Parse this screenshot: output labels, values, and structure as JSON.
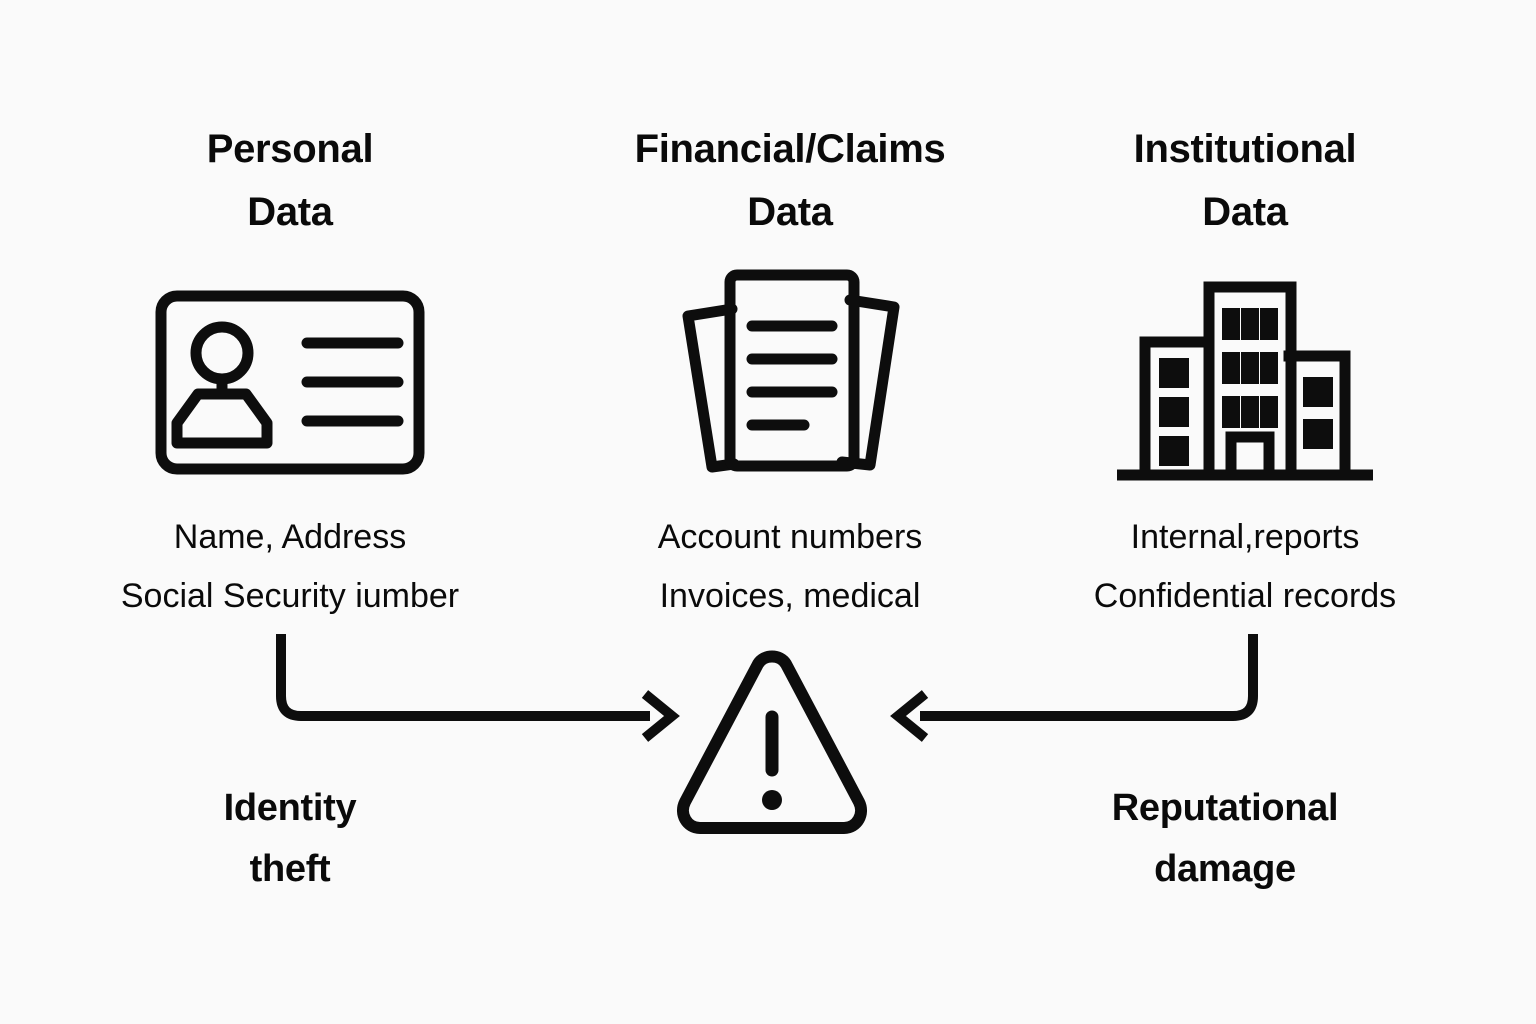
{
  "background_color": "#fafafa",
  "stroke_color": "#0d0d0d",
  "columns": [
    {
      "heading": "Personal\nData",
      "icon": "id-card-icon",
      "caption": "Name, Address\nSocial Security iumber"
    },
    {
      "heading": "Financial/Claims\nData",
      "icon": "documents-icon",
      "caption": "Account numbers\nInvoices, medical"
    },
    {
      "heading": "Institutional\nData",
      "icon": "office-building-icon",
      "caption": "Internal,reports\nConfidential records"
    }
  ],
  "center": {
    "icon": "warning-triangle-icon"
  },
  "outcomes": [
    {
      "label": "Identity\ntheft",
      "side": "left"
    },
    {
      "label": "Reputational\ndamage",
      "side": "right"
    }
  ],
  "arrows": [
    {
      "name": "arrow-personal-to-warning",
      "direction": "right"
    },
    {
      "name": "arrow-institutional-to-warning",
      "direction": "left"
    }
  ]
}
